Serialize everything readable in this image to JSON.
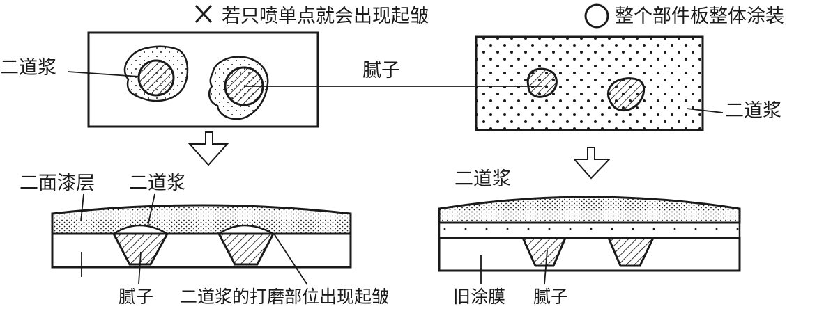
{
  "left_panel": {
    "header": "若只喷单点就会出现起皱",
    "header_icon": "cross-icon",
    "label_primer": "二道浆",
    "arrow": "down-arrow-icon",
    "label_topcoat": "二面漆层",
    "label_primer_section": "二道浆",
    "label_putty": "腻子",
    "label_wrinkle": "二道浆的打磨部位出现起皱"
  },
  "center": {
    "label_putty": "腻子"
  },
  "right_panel": {
    "header": "整个部件板整体涂装",
    "header_icon": "circle-icon",
    "label_primer": "二道浆",
    "arrow": "down-arrow-icon",
    "label_primer_section": "二道浆",
    "label_old_film": "旧涂膜",
    "label_putty": "腻子"
  },
  "colors": {
    "ink": "#1a1a1a",
    "paper": "#ffffff"
  }
}
